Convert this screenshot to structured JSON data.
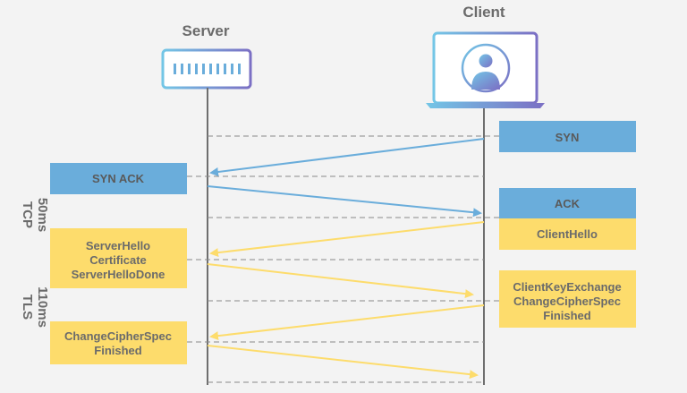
{
  "actors": {
    "server": "Server",
    "client": "Client"
  },
  "phases": [
    {
      "name": "TCP",
      "duration": "50ms"
    },
    {
      "name": "TLS",
      "duration": "110ms"
    }
  ],
  "messages": {
    "syn": "SYN",
    "syn_ack": "SYN ACK",
    "ack": "ACK",
    "client_hello": "ClientHello",
    "server_hello": [
      "ServerHello",
      "Certificate",
      "ServerHelloDone"
    ],
    "client_key": [
      "ClientKeyExchange",
      "ChangeCipherSpec",
      "Finished"
    ],
    "server_finish": [
      "ChangeCipherSpec",
      "Finished"
    ]
  },
  "colors": {
    "background": "#f3f3f3",
    "tcp_box": "#6aaddb",
    "tls_box": "#fddc6c",
    "tcp_arrow": "#6aaddb",
    "tls_arrow": "#fddc6c",
    "lifeline": "#6e6e6e",
    "dashed": "#8a8a8a",
    "text": "#6b6b6b"
  },
  "icons": {
    "server": "server-icon",
    "client": "laptop-icon",
    "user": "user-avatar-icon"
  }
}
